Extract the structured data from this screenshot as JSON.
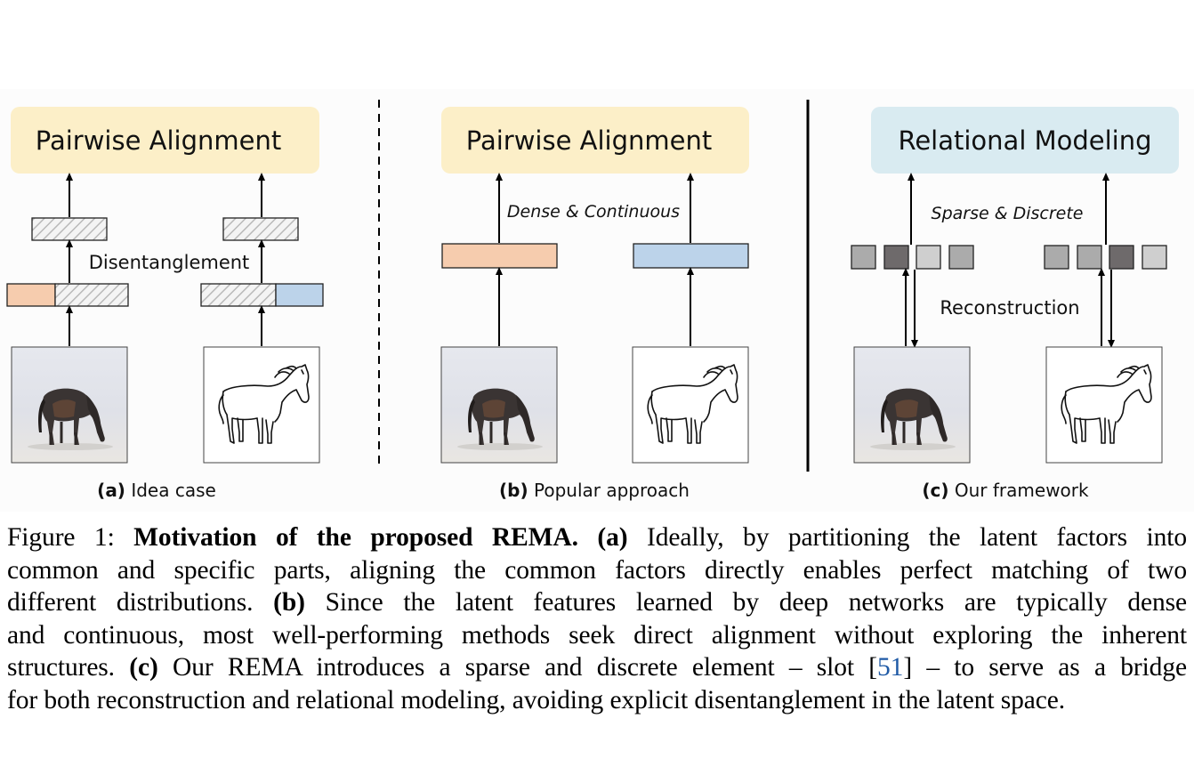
{
  "panels": [
    {
      "id": "a",
      "box_label": "Pairwise Alignment",
      "middle_label": "Disentanglement",
      "subcaption_letter": "(a)",
      "subcaption_text": "Idea case"
    },
    {
      "id": "b",
      "box_label": "Pairwise Alignment",
      "middle_label": "Dense & Continuous",
      "subcaption_letter": "(b)",
      "subcaption_text": "Popular approach"
    },
    {
      "id": "c",
      "box_label": "Relational Modeling",
      "middle_label": "Sparse & Discrete",
      "lower_label": "Reconstruction",
      "subcaption_letter": "(c)",
      "subcaption_text": "Our framework"
    }
  ],
  "colors": {
    "alignment_box": "#fcefc8",
    "relational_box": "#d9ebf1",
    "source_feature": "#f6ccae",
    "target_feature": "#bcd3ea",
    "slot_light": "#cfcfcf",
    "slot_mid": "#ababab",
    "slot_dark": "#6e6a6b",
    "citation": "#1f5aa6"
  },
  "caption": {
    "figure_num": "Figure 1:",
    "title": "Motivation of the proposed REMA.",
    "a_tag": "(a)",
    "a_text_l1": "Ideally, by partitioning the latent factors into",
    "a_text_l2": "common and specific parts, aligning the common factors directly enables perfect matching of two",
    "a_text_l3": "different distributions.",
    "b_tag": "(b)",
    "b_text_l3": "Since the latent features learned by deep networks are typically dense",
    "b_text_l4": "and continuous, most well-performing methods seek direct alignment without exploring the inherent",
    "b_text_l5": "structures.",
    "c_tag": "(c)",
    "c_text_l5a": "Our REMA introduces a sparse and discrete element – slot [",
    "citation": "51",
    "c_text_l5b": "] – to serve as a bridge",
    "c_text_l6": "for both reconstruction and relational modeling, avoiding explicit disentanglement in the latent space."
  }
}
